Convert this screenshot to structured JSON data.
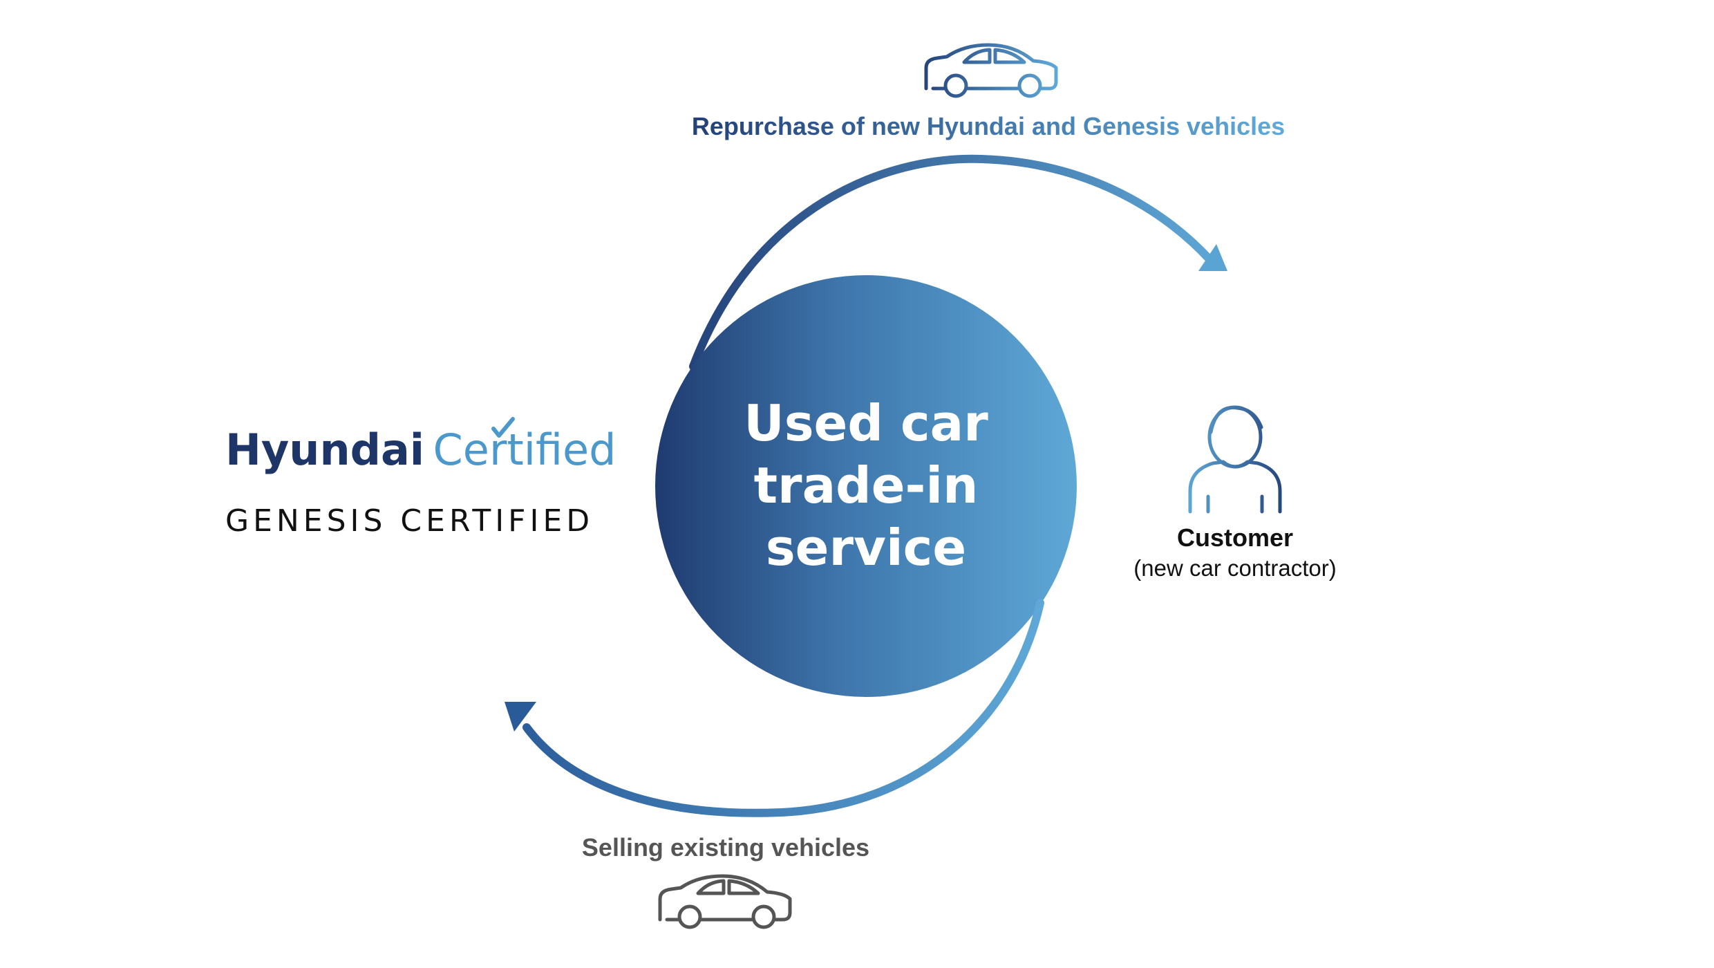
{
  "diagram": {
    "center_label": {
      "line1": "Used car",
      "line2": "trade-in",
      "line3": "service"
    },
    "top_label": "Repurchase of new Hyundai and Genesis vehicles",
    "bottom_label": "Selling existing vehicles",
    "customer": {
      "title": "Customer",
      "subtitle": "(new car contractor)"
    },
    "logos": {
      "hyundai_word": "Hyundai",
      "certified_word": "Certified",
      "genesis": "GENESIS CERTIFIED"
    },
    "icons": {
      "top_car": "car-icon",
      "bottom_car": "car-icon",
      "customer": "person-icon",
      "check": "checkmark-icon"
    },
    "colors": {
      "dark_blue": "#1e3567",
      "mid_blue": "#2c5aa0",
      "light_blue": "#5ba4d4",
      "top_car_stroke": "#2b6cb0",
      "bottom_car_stroke": "#555555",
      "bottom_label": "#555555",
      "customer_text": "#111111",
      "genesis_text": "#111111",
      "center_text": "#ffffff"
    }
  }
}
